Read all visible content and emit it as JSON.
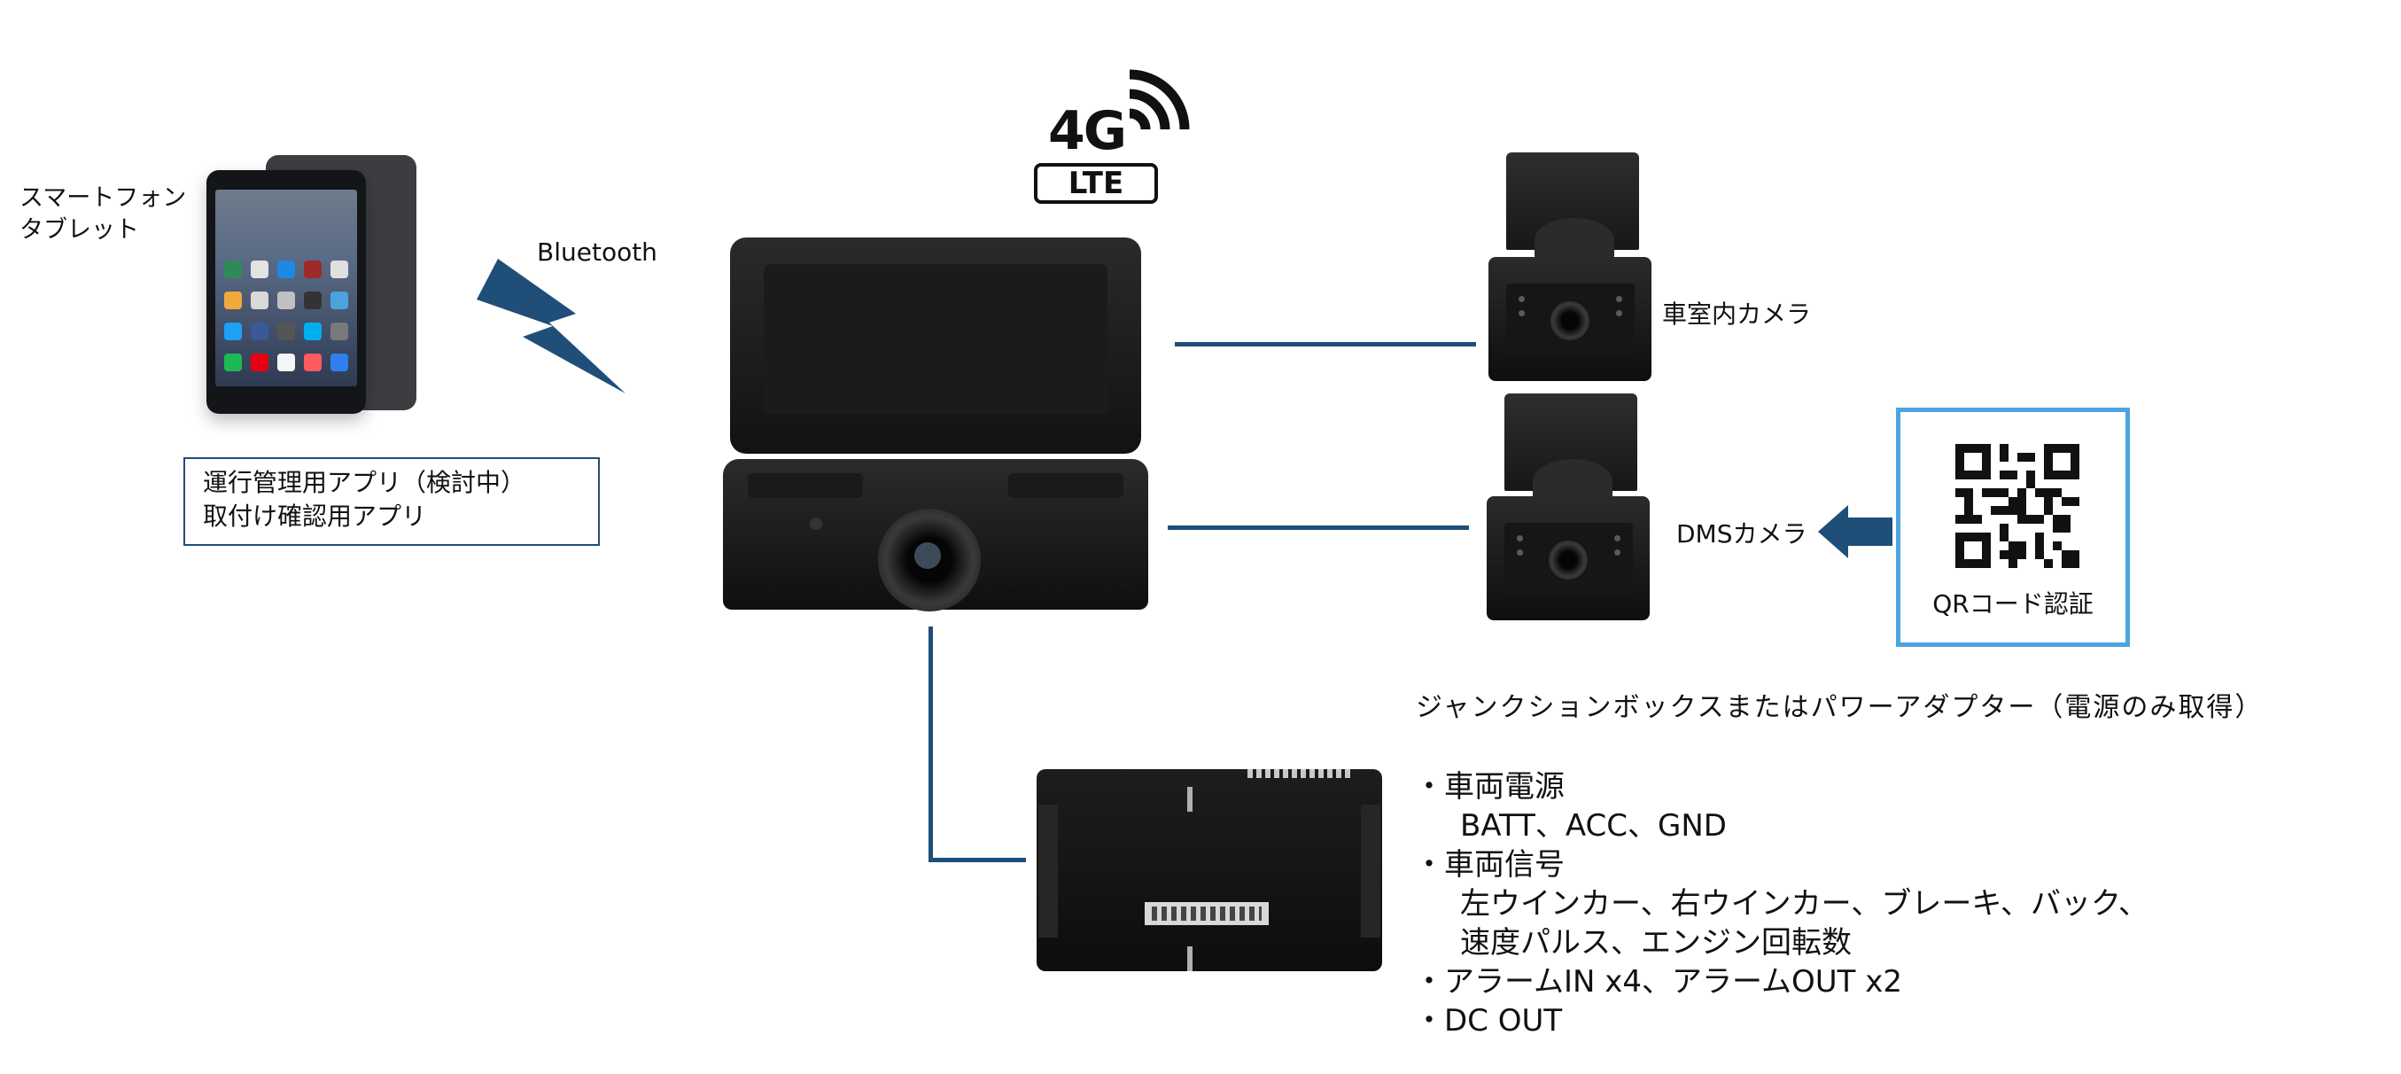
{
  "smartphone_tablet_label": [
    "スマートフォン",
    "タブレット"
  ],
  "app_box_lines": [
    "運行管理用アプリ（検討中）",
    "取付け確認用アプリ"
  ],
  "bluetooth_label": "Bluetooth",
  "network_badge": {
    "generation": "4G",
    "technology": "LTE"
  },
  "interior_camera_label": "車室内カメラ",
  "dms_camera_label": "DMSカメラ",
  "qr_auth_label": "QRコード認証",
  "junction_box_title": "ジャンクションボックスまたはパワーアダプター（電源のみ取得）",
  "junction_box_specs": [
    "・車両電源",
    "BATT、ACC、GND",
    "・車両信号",
    "左ウインカー、右ウインカー、ブレーキ、バック、",
    "速度パルス、エンジン回転数",
    "・アラームIN x4、アラームOUT x2",
    "・DC OUT"
  ],
  "colors": {
    "connector": "#1f4e79",
    "qr_border": "#4ea3e0",
    "bluetooth_bolt": "#1f4e79"
  },
  "icons": [
    "tablet-image",
    "bluetooth-bolt-icon",
    "signal-waves-icon",
    "dashcam-image",
    "interior-camera-image",
    "dms-camera-image",
    "arrow-left-icon",
    "qr-code-icon",
    "junction-box-image"
  ]
}
